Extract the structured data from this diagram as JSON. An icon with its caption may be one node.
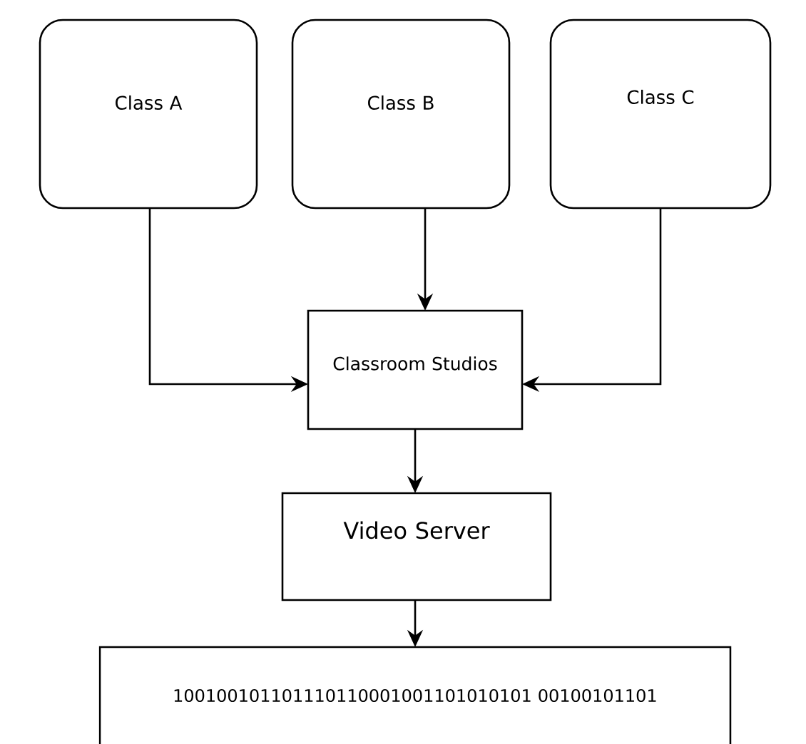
{
  "diagram": {
    "nodes": [
      {
        "text": [
          "Class A"
        ]
      },
      {
        "text": [
          "Class B"
        ]
      },
      {
        "text": [
          "Class C"
        ]
      },
      {
        "text": [
          "Classroom Studios"
        ]
      },
      {
        "text": [
          "Video Server"
        ]
      },
      {
        "text": [
          "100100101101110110001001101010101 00100101101"
        ]
      }
    ],
    "edges": [
      {
        "from": 0,
        "to": 3,
        "arrow": "to"
      },
      {
        "from": 1,
        "to": 3,
        "arrow": "to"
      },
      {
        "from": 2,
        "to": 3,
        "arrow": "to"
      },
      {
        "from": 3,
        "to": 4,
        "arrow": "to"
      },
      {
        "from": 4,
        "to": 5,
        "arrow": "to"
      }
    ]
  }
}
